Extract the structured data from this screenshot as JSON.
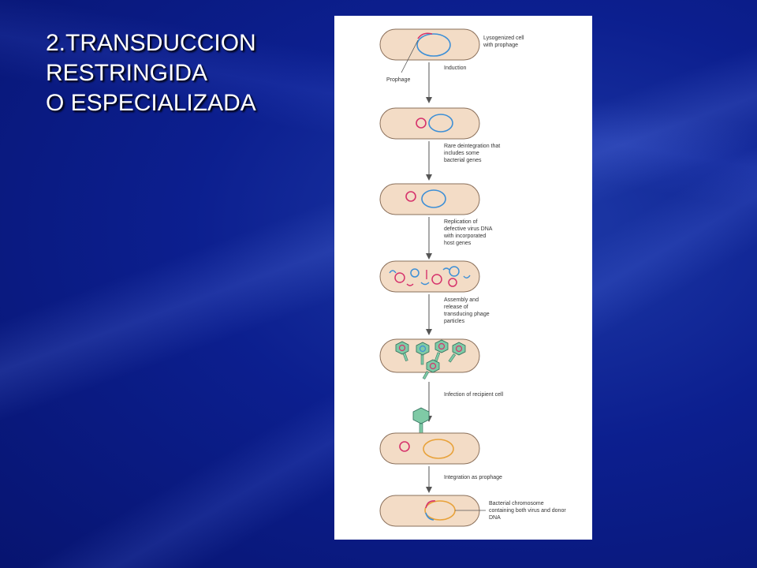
{
  "slide": {
    "title_lines": [
      "2.TRANSDUCCION",
      "RESTRINGIDA",
      "O ESPECIALIZADA"
    ]
  },
  "figure": {
    "labels": {
      "lysogenized": [
        "Lysogenized cell",
        "with prophage"
      ],
      "prophage": "Prophage",
      "induction": "Induction",
      "rare_deintegration": [
        "Rare deintegration that",
        "includes some",
        "bacterial genes"
      ],
      "replication": [
        "Replication of",
        "defective virus DNA",
        "with incorporated",
        "host genes"
      ],
      "assembly": [
        "Assembly and",
        "release of",
        "transducing phage",
        "particles"
      ],
      "infection": "Infection of recipient cell",
      "integration": "Integration as prophage",
      "bacterial_chromosome": [
        "Bacterial chromosome",
        "containing both virus and donor",
        "DNA"
      ]
    },
    "colors": {
      "cell_fill": "#f3dcc6",
      "cell_stroke": "#8a6f5a",
      "chromosome_blue": "#3d8fd6",
      "virus_red": "#d6336c",
      "recipient_orange": "#e8a23a",
      "phage_head": "#7fcaa6",
      "arrow": "#555555"
    }
  }
}
